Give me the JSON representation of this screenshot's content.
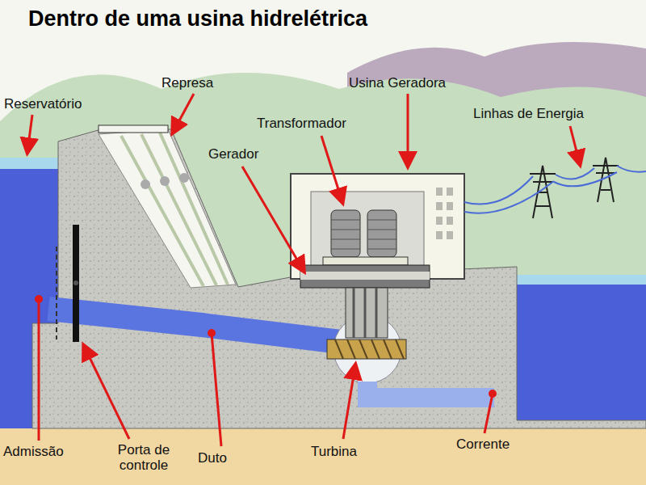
{
  "diagram": {
    "title": "Dentro de uma usina hidrelétrica",
    "labels": [
      "Reservatório",
      "Represa",
      "Usina Geradora",
      "Transformador",
      "Gerador",
      "Linhas de Energia",
      "Admissão",
      "Porta de controle",
      "Duto",
      "Turbina",
      "Corrente"
    ]
  }
}
